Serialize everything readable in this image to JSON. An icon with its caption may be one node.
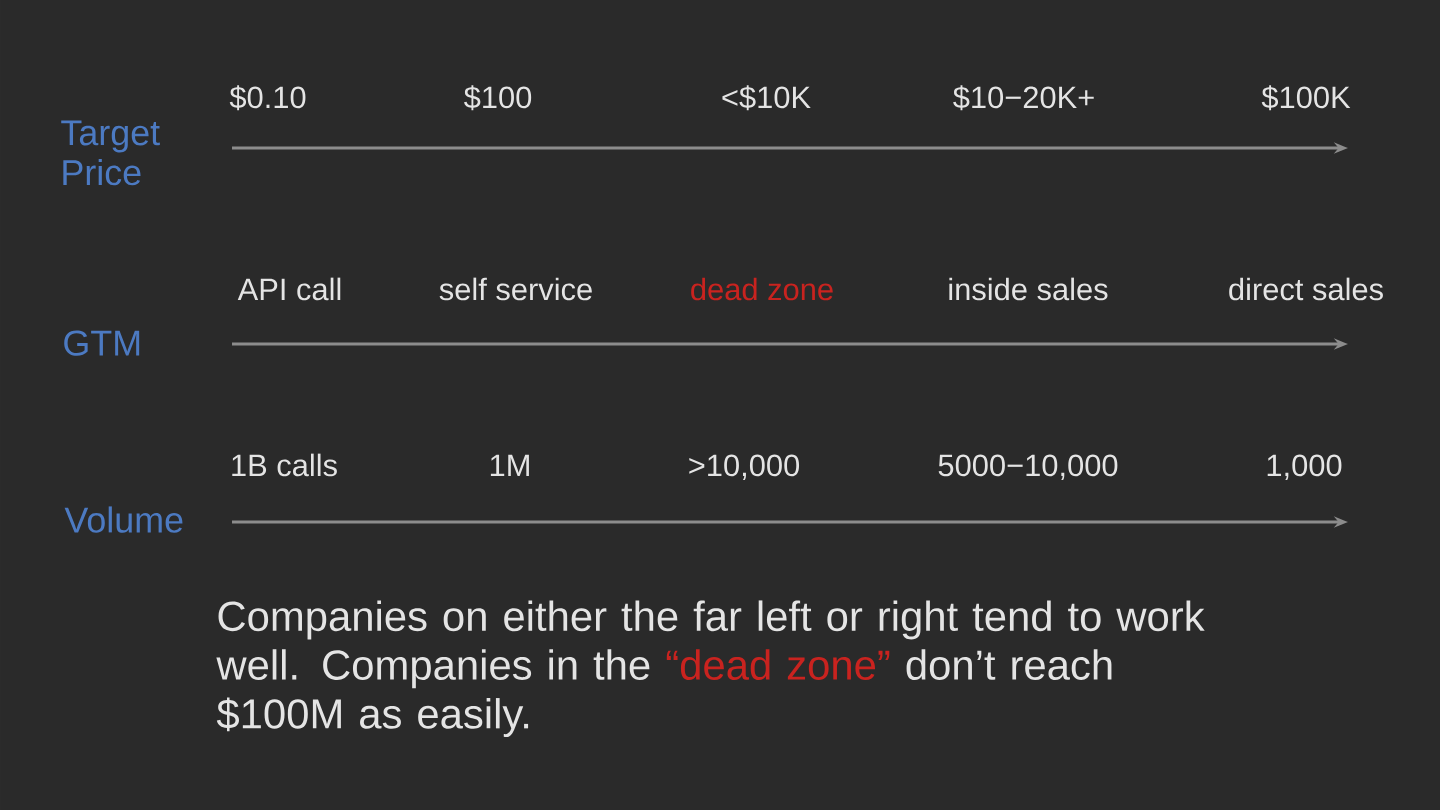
{
  "diagram": {
    "labels": [
      "$0.10",
      "$100",
      "<$10K",
      "$10−20K+",
      "$100K",
      "Target Price",
      "API call",
      "self service",
      "dead zone",
      "inside sales",
      "direct sales",
      "GTM",
      "1B calls",
      "1M",
      ">10,000",
      "5000−10,000",
      "1,000",
      "Volume",
      "Companies on either the far left or right tend to work well. Companies in the *“dead zone”* don’t reach $100M as easily."
    ]
  }
}
